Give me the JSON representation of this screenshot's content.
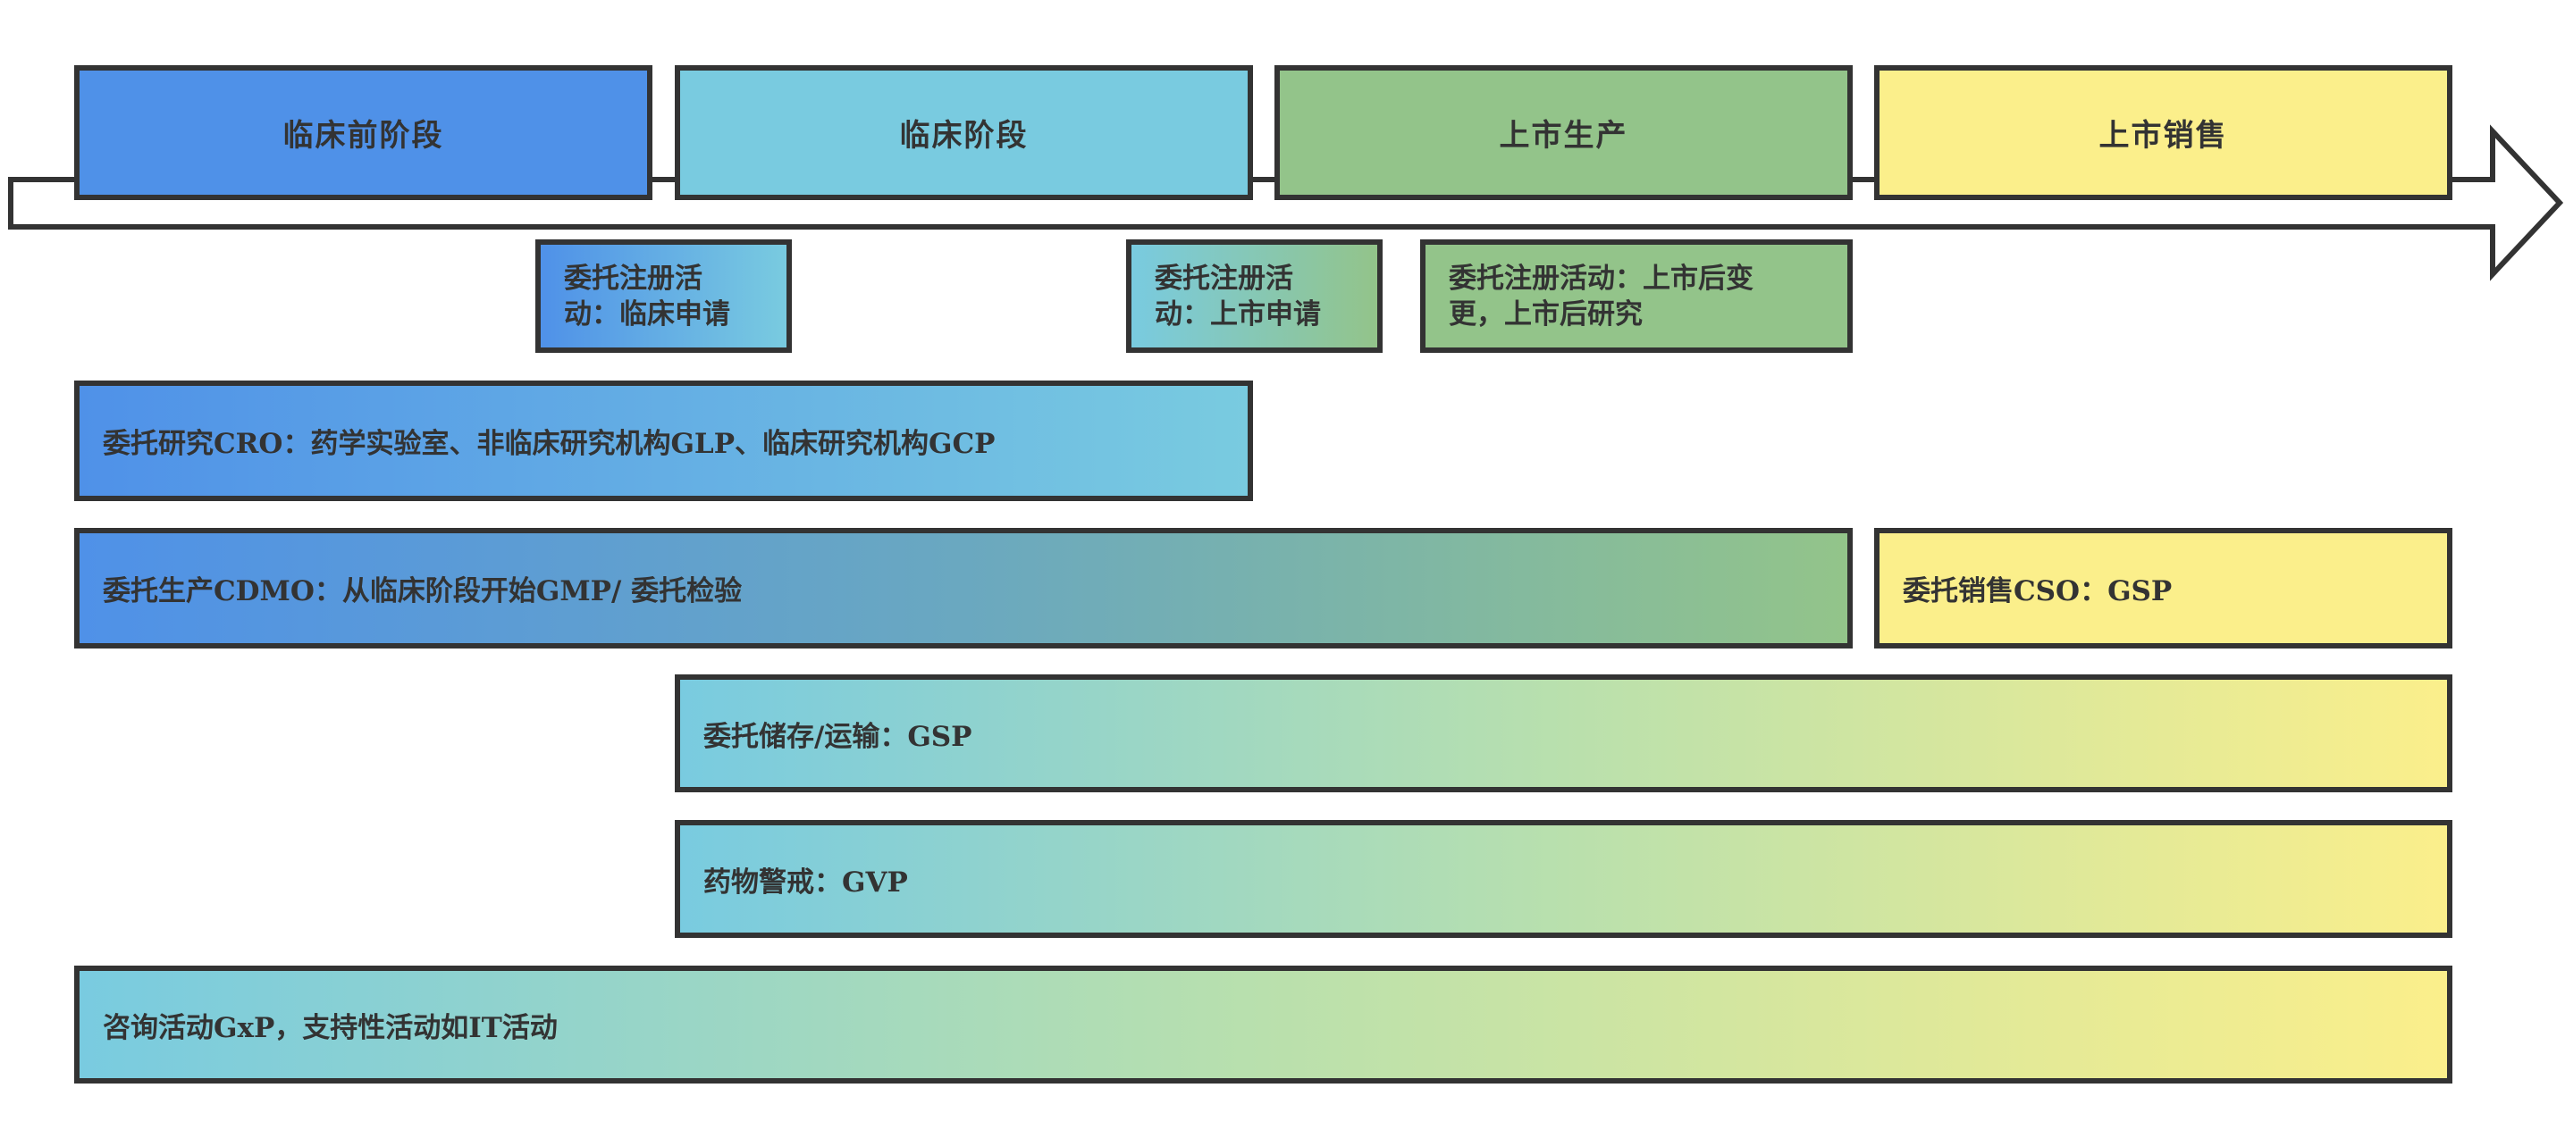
{
  "colors": {
    "stroke": "#333333",
    "blue": "#4f91e8",
    "cyan": "#79cbe0",
    "teal": "#90d3c4",
    "green": "#93c48a",
    "yellow": "#fbef8b"
  },
  "timeline": {
    "arrow_icon": "right-arrow",
    "phases": [
      {
        "label": "临床前阶段"
      },
      {
        "label": "临床阶段"
      },
      {
        "label": "上市生产"
      },
      {
        "label": "上市销售"
      }
    ]
  },
  "registration": [
    {
      "line1": "委托注册活",
      "line2": "动：临床申请"
    },
    {
      "line1": "委托注册活",
      "line2": "动：上市申请"
    },
    {
      "line1": "委托注册活动：上市后变",
      "line2": "更，上市后研究"
    }
  ],
  "activities": {
    "cro": "委托研究CRO：药学实验室、非临床研究机构GLP、临床研究机构GCP",
    "cdmo": "委托生产CDMO：从临床阶段开始GMP/ 委托检验",
    "cso": "委托销售CSO：GSP",
    "storage": "委托储存/运输：GSP",
    "pv": "药物警戒：GVP",
    "consult": "咨询活动GxP，支持性活动如IT活动"
  }
}
